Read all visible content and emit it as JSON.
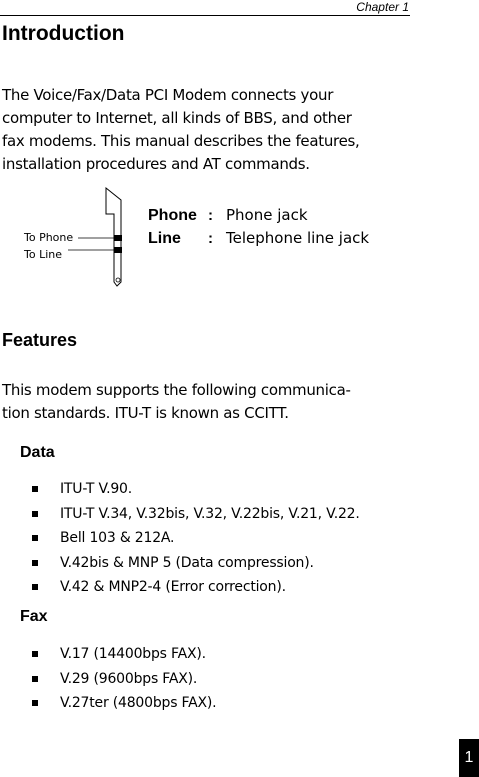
{
  "header": {
    "chapter": "Chapter 1"
  },
  "intro": {
    "title": "Introduction",
    "lines": [
      "The Voice/Fax/Data PCI Modem connects your",
      "computer to Internet, all kinds of BBS, and other",
      "fax modems. This manual describes the features,",
      "installation procedures and AT commands."
    ]
  },
  "diagram": {
    "label_phone": "To Phone",
    "label_line": "To Line",
    "legend": [
      {
        "term": "Phone",
        "sep": ":",
        "desc": "Phone jack"
      },
      {
        "term": "Line",
        "sep": ":",
        "desc": "Telephone line jack"
      }
    ]
  },
  "features": {
    "title": "Features",
    "lines": [
      "This modem supports the following communica-",
      "tion standards. ITU-T is known as CCITT."
    ],
    "data_title": "Data",
    "data_items": [
      "ITU-T V.90.",
      "ITU-T V.34, V.32bis, V.32, V.22bis, V.21, V.22.",
      "Bell 103 & 212A.",
      "V.42bis & MNP 5 (Data compression).",
      "V.42 & MNP2-4 (Error correction)."
    ],
    "fax_title": "Fax",
    "fax_items": [
      "V.17 (14400bps FAX).",
      "V.29 (9600bps FAX).",
      "V.27ter (4800bps FAX)."
    ]
  },
  "page_number": "1"
}
